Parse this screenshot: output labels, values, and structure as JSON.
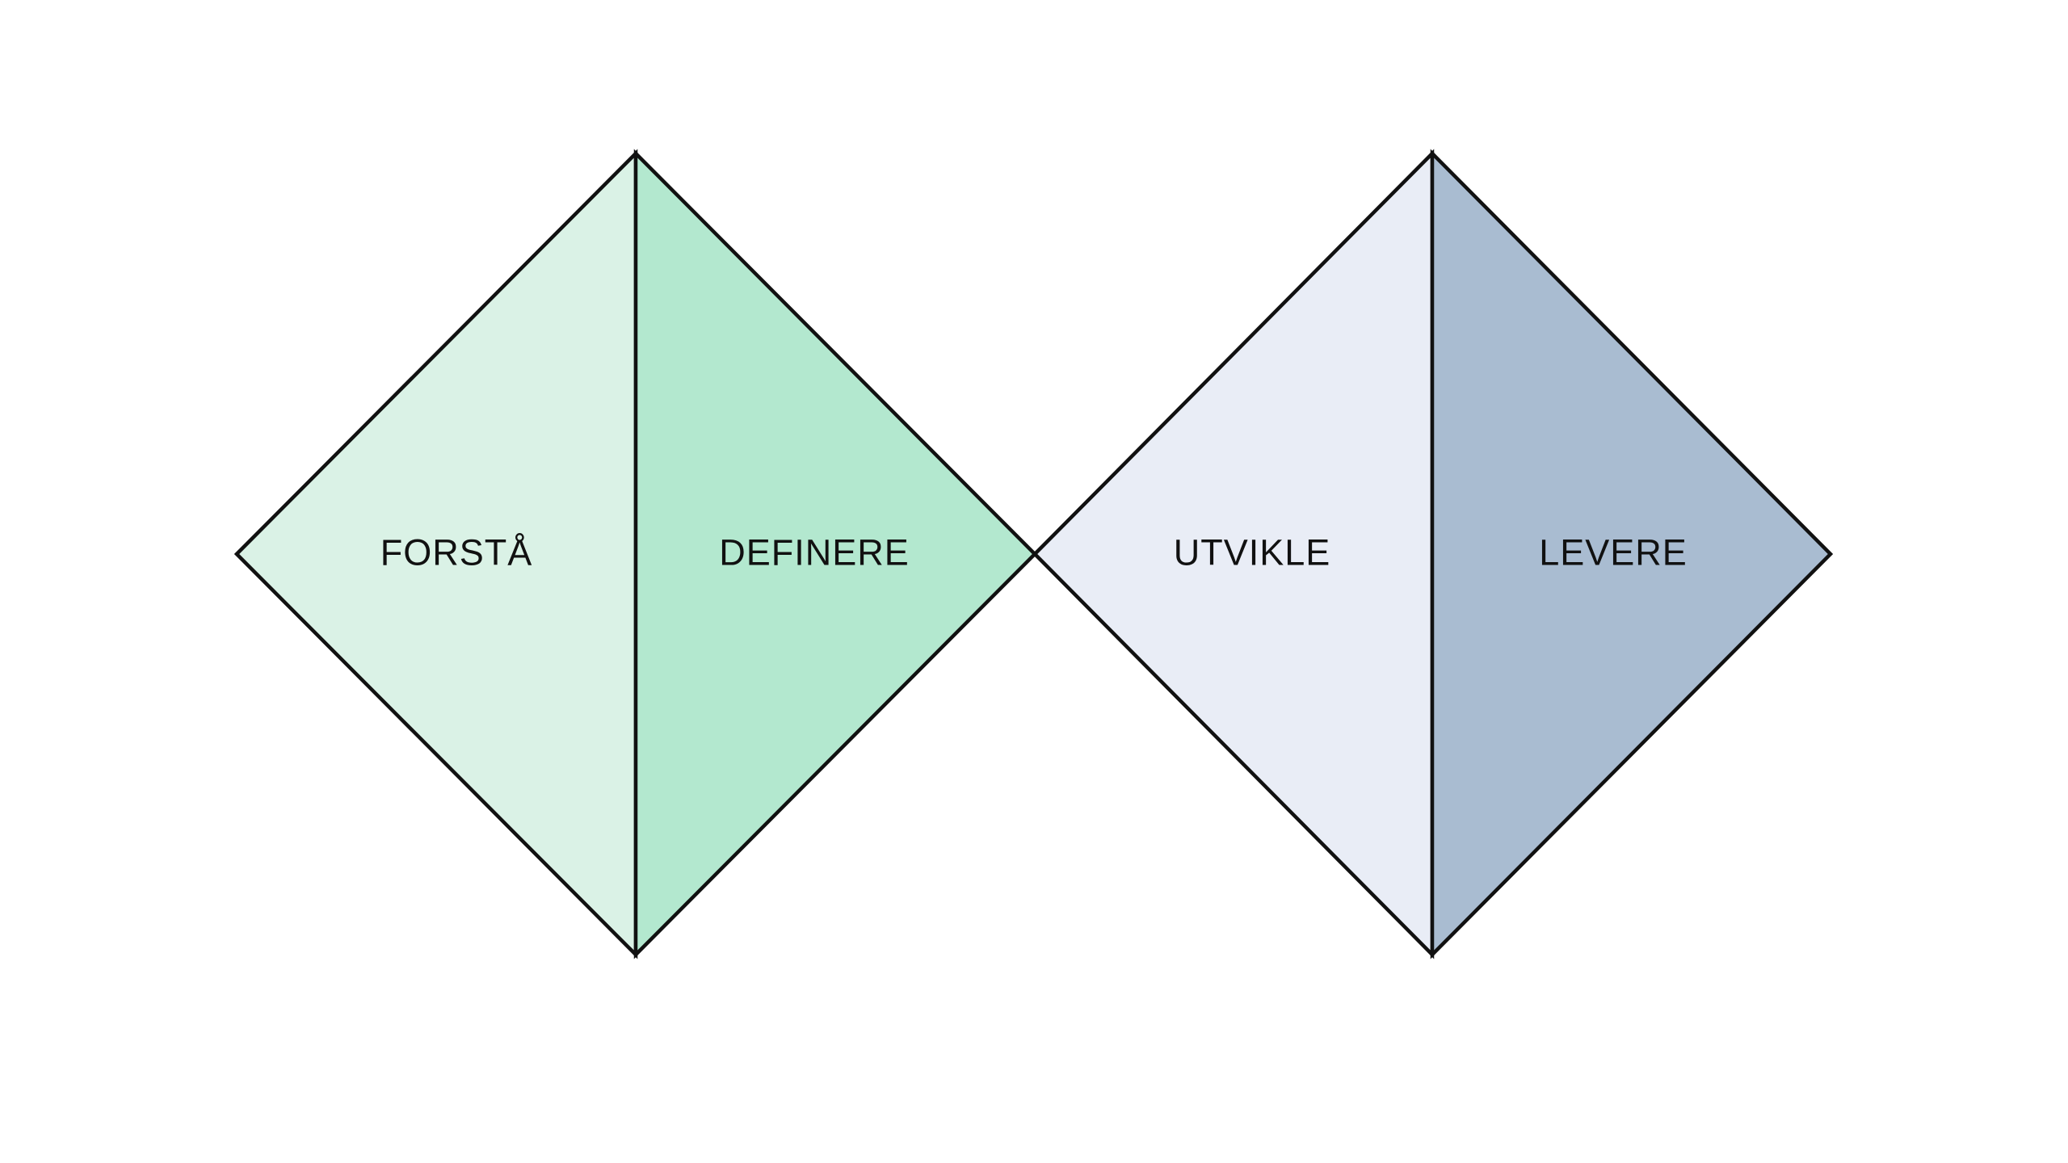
{
  "diagram": {
    "type": "double-diamond-process",
    "phases": [
      {
        "label": "FORSTÅ",
        "fill": "#daf2e6"
      },
      {
        "label": "DEFINERE",
        "fill": "#b3e8cf"
      },
      {
        "label": "UTVIKLE",
        "fill": "#e9edf6"
      },
      {
        "label": "LEVERE",
        "fill": "#a9bcd1"
      }
    ],
    "colors": {
      "stroke": "#111111",
      "text": "#111111",
      "background": "#ffffff"
    }
  }
}
